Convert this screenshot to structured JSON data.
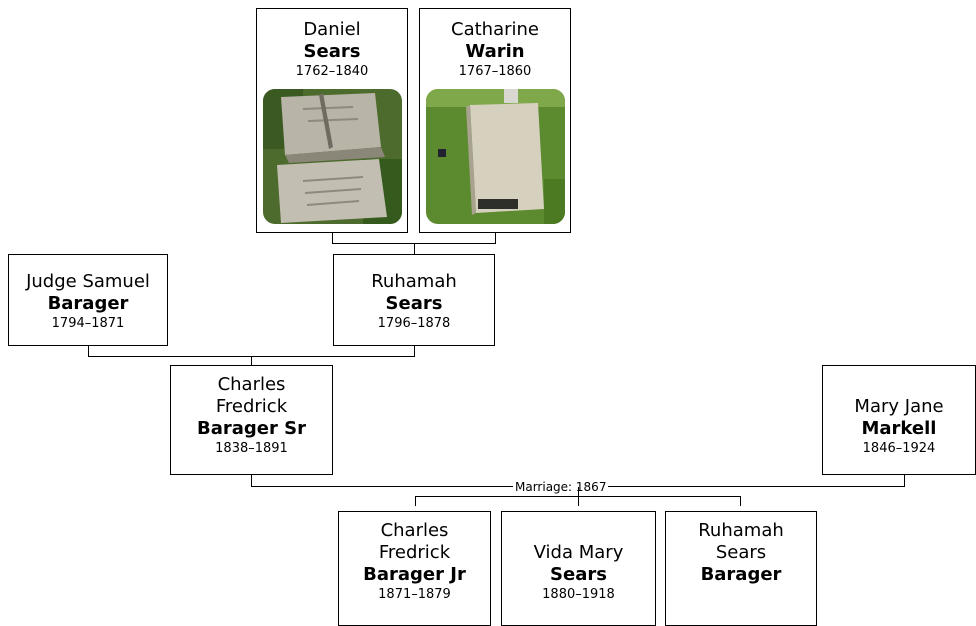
{
  "people": {
    "daniel": {
      "given": "Daniel",
      "surname": "Sears",
      "years": "1762–1840",
      "photo": "gravestone-photo"
    },
    "catharine": {
      "given": "Catharine",
      "surname": "Warin",
      "years": "1767–1860",
      "photo": "gravestone-photo"
    },
    "samuel": {
      "given": "Judge Samuel",
      "surname": "Barager",
      "years": "1794–1871"
    },
    "ruhamah_sears": {
      "given": "Ruhamah",
      "surname": "Sears",
      "years": "1796–1878"
    },
    "charles_sr": {
      "given_1": "Charles",
      "given_2": "Fredrick",
      "surname": "Barager Sr",
      "years": "1838–1891"
    },
    "mary_jane": {
      "given": "Mary Jane",
      "surname": "Markell",
      "years": "1846–1924"
    },
    "charles_jr": {
      "given_1": "Charles",
      "given_2": "Fredrick",
      "surname": "Barager Jr",
      "years": "1871–1879"
    },
    "vida": {
      "given": "Vida Mary",
      "surname": "Sears",
      "years": "1880–1918"
    },
    "ruhamah_barager": {
      "given_1": "Ruhamah",
      "given_2": "Sears",
      "surname": "Barager"
    }
  },
  "marriage_label": "Marriage: 1867"
}
